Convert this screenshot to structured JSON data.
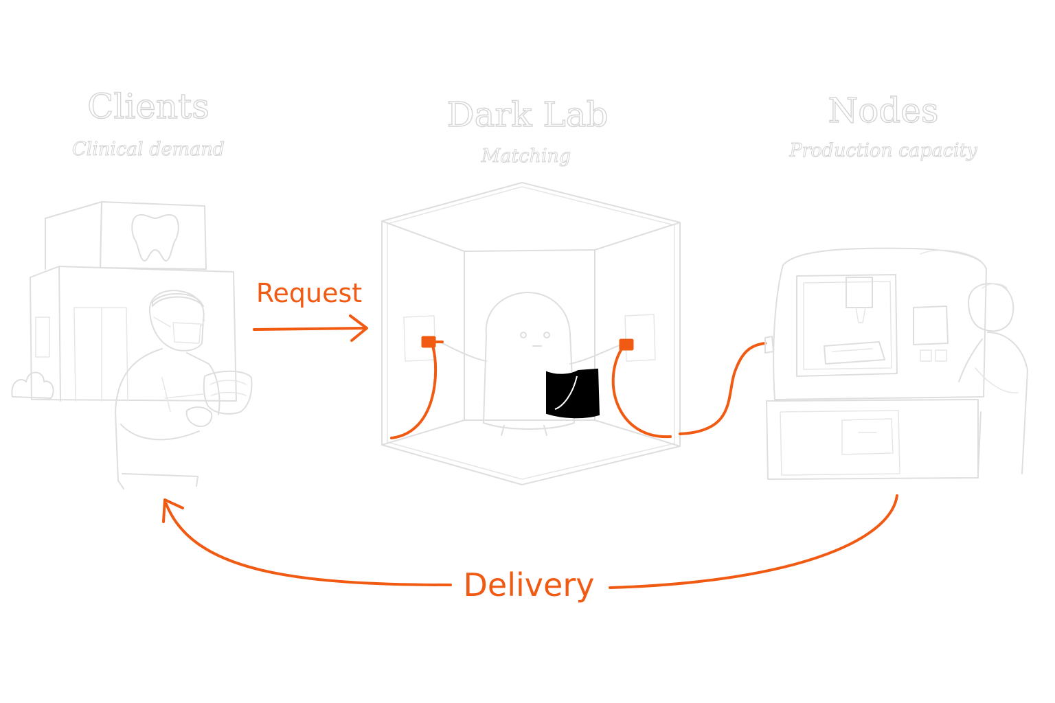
{
  "sections": {
    "clients": {
      "title": "Clients",
      "subtitle": "Clinical demand"
    },
    "dark_lab": {
      "title": "Dark Lab",
      "subtitle": "Matching"
    },
    "nodes": {
      "title": "Nodes",
      "subtitle": "Production capacity"
    }
  },
  "flows": {
    "request": "Request",
    "delivery": "Delivery"
  },
  "colors": {
    "accent": "#f05a12",
    "outline": "#dedede",
    "background": "#ffffff",
    "cloth": "#000000"
  },
  "icons": [
    "tooth-icon",
    "dentist-figure",
    "robot-figure",
    "milling-machine",
    "operator-figure"
  ]
}
